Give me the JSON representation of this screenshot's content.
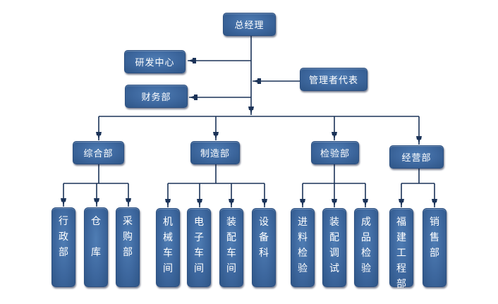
{
  "diagram": {
    "type": "org-chart",
    "colors": {
      "node_fill": "#3d679e",
      "node_text": "#ffffff",
      "connector": "#1b3358"
    },
    "root": {
      "id": "gm",
      "label": "总经理"
    },
    "side_nodes": [
      {
        "id": "rd",
        "label": "研发中心",
        "relation": "reports-to-gm"
      },
      {
        "id": "fin",
        "label": "财务部",
        "relation": "reports-to-gm"
      },
      {
        "id": "mr",
        "label": "管理者代表",
        "relation": "assists-gm"
      }
    ],
    "departments": [
      {
        "id": "general",
        "label": "综合部",
        "children": [
          {
            "id": "admin",
            "label": "行政部"
          },
          {
            "id": "warehouse",
            "label": "仓\n\n库"
          },
          {
            "id": "purchase",
            "label": "采购部"
          }
        ]
      },
      {
        "id": "manufacturing",
        "label": "制造部",
        "children": [
          {
            "id": "machining",
            "label": "机械车间"
          },
          {
            "id": "electronics",
            "label": "电子车间"
          },
          {
            "id": "assembly",
            "label": "装配车间"
          },
          {
            "id": "equipment",
            "label": "设备科"
          }
        ]
      },
      {
        "id": "inspection",
        "label": "检验部",
        "children": [
          {
            "id": "incoming",
            "label": "进料检验"
          },
          {
            "id": "assembly_test",
            "label": "装配调试"
          },
          {
            "id": "final",
            "label": "成品检验"
          }
        ]
      },
      {
        "id": "business",
        "label": "经营部",
        "children": [
          {
            "id": "fujian",
            "label": "福建工程部"
          },
          {
            "id": "sales",
            "label": "销售部"
          }
        ]
      }
    ]
  }
}
